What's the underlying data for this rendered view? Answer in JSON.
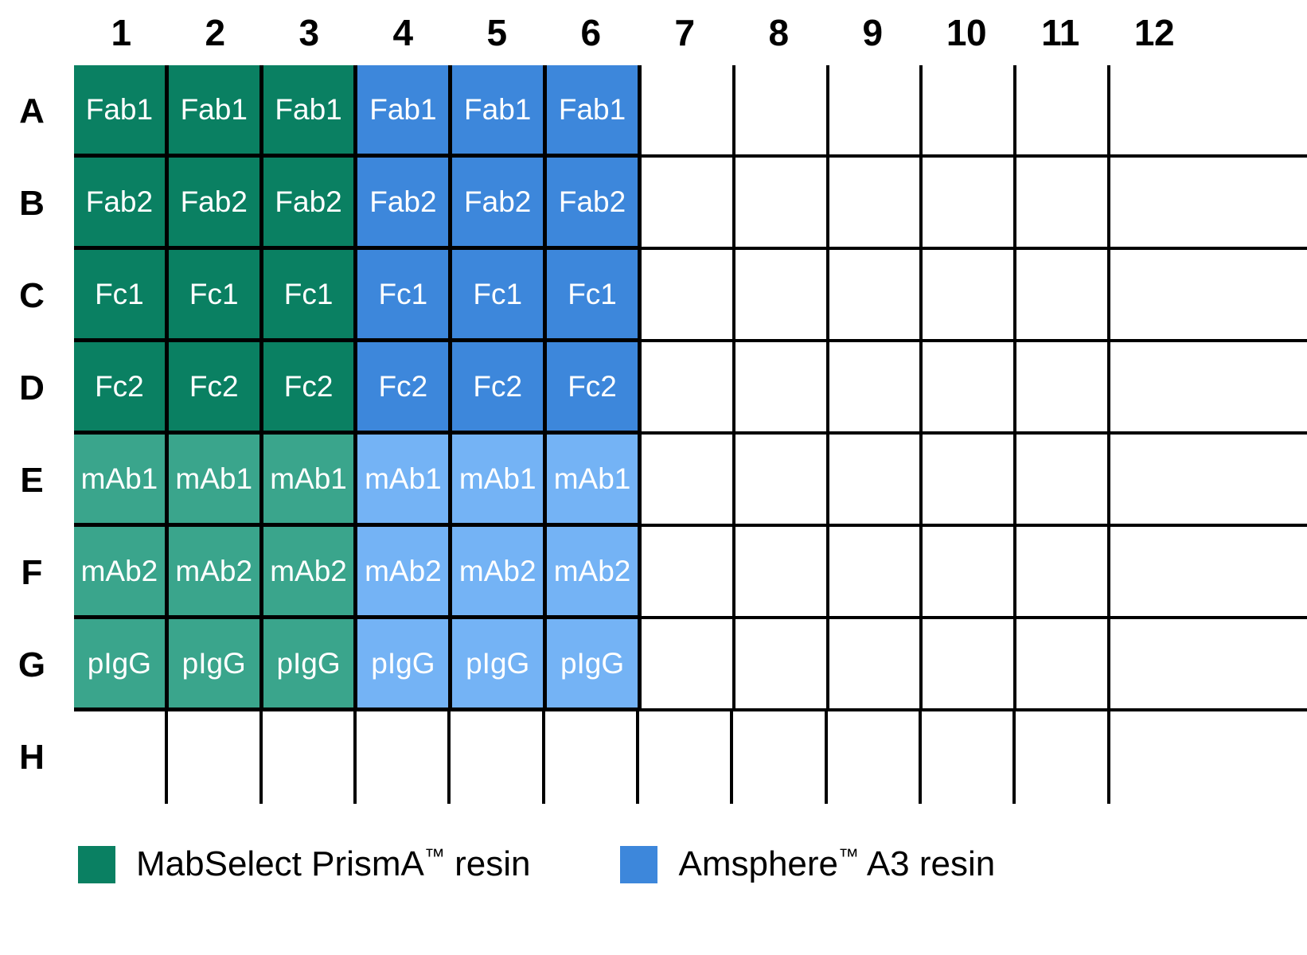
{
  "plate": {
    "column_headers": [
      "1",
      "2",
      "3",
      "4",
      "5",
      "6",
      "7",
      "8",
      "9",
      "10",
      "11",
      "12"
    ],
    "row_labels": [
      "A",
      "B",
      "C",
      "D",
      "E",
      "F",
      "G",
      "H"
    ],
    "colors": {
      "resin_a_dark": "#0a8062",
      "resin_a_light": "#3aa58c",
      "resin_b_dark": "#3d87db",
      "resin_b_light": "#74b3f5",
      "grid_line": "#000000",
      "empty_well": "#ffffff",
      "label_text": "#000000",
      "well_text": "#ffffff"
    },
    "rows": [
      {
        "label": "A",
        "wells": [
          {
            "text": "Fab1",
            "fill": "#0a8062"
          },
          {
            "text": "Fab1",
            "fill": "#0a8062"
          },
          {
            "text": "Fab1",
            "fill": "#0a8062"
          },
          {
            "text": "Fab1",
            "fill": "#3d87db"
          },
          {
            "text": "Fab1",
            "fill": "#3d87db"
          },
          {
            "text": "Fab1",
            "fill": "#3d87db"
          },
          {
            "text": "",
            "fill": ""
          },
          {
            "text": "",
            "fill": ""
          },
          {
            "text": "",
            "fill": ""
          },
          {
            "text": "",
            "fill": ""
          },
          {
            "text": "",
            "fill": ""
          },
          {
            "text": "",
            "fill": ""
          }
        ]
      },
      {
        "label": "B",
        "wells": [
          {
            "text": "Fab2",
            "fill": "#0a8062"
          },
          {
            "text": "Fab2",
            "fill": "#0a8062"
          },
          {
            "text": "Fab2",
            "fill": "#0a8062"
          },
          {
            "text": "Fab2",
            "fill": "#3d87db"
          },
          {
            "text": "Fab2",
            "fill": "#3d87db"
          },
          {
            "text": "Fab2",
            "fill": "#3d87db"
          },
          {
            "text": "",
            "fill": ""
          },
          {
            "text": "",
            "fill": ""
          },
          {
            "text": "",
            "fill": ""
          },
          {
            "text": "",
            "fill": ""
          },
          {
            "text": "",
            "fill": ""
          },
          {
            "text": "",
            "fill": ""
          }
        ]
      },
      {
        "label": "C",
        "wells": [
          {
            "text": "Fc1",
            "fill": "#0a8062"
          },
          {
            "text": "Fc1",
            "fill": "#0a8062"
          },
          {
            "text": "Fc1",
            "fill": "#0a8062"
          },
          {
            "text": "Fc1",
            "fill": "#3d87db"
          },
          {
            "text": "Fc1",
            "fill": "#3d87db"
          },
          {
            "text": "Fc1",
            "fill": "#3d87db"
          },
          {
            "text": "",
            "fill": ""
          },
          {
            "text": "",
            "fill": ""
          },
          {
            "text": "",
            "fill": ""
          },
          {
            "text": "",
            "fill": ""
          },
          {
            "text": "",
            "fill": ""
          },
          {
            "text": "",
            "fill": ""
          }
        ]
      },
      {
        "label": "D",
        "wells": [
          {
            "text": "Fc2",
            "fill": "#0a8062"
          },
          {
            "text": "Fc2",
            "fill": "#0a8062"
          },
          {
            "text": "Fc2",
            "fill": "#0a8062"
          },
          {
            "text": "Fc2",
            "fill": "#3d87db"
          },
          {
            "text": "Fc2",
            "fill": "#3d87db"
          },
          {
            "text": "Fc2",
            "fill": "#3d87db"
          },
          {
            "text": "",
            "fill": ""
          },
          {
            "text": "",
            "fill": ""
          },
          {
            "text": "",
            "fill": ""
          },
          {
            "text": "",
            "fill": ""
          },
          {
            "text": "",
            "fill": ""
          },
          {
            "text": "",
            "fill": ""
          }
        ]
      },
      {
        "label": "E",
        "wells": [
          {
            "text": "mAb1",
            "fill": "#3aa58c"
          },
          {
            "text": "mAb1",
            "fill": "#3aa58c"
          },
          {
            "text": "mAb1",
            "fill": "#3aa58c"
          },
          {
            "text": "mAb1",
            "fill": "#74b3f5"
          },
          {
            "text": "mAb1",
            "fill": "#74b3f5"
          },
          {
            "text": "mAb1",
            "fill": "#74b3f5"
          },
          {
            "text": "",
            "fill": ""
          },
          {
            "text": "",
            "fill": ""
          },
          {
            "text": "",
            "fill": ""
          },
          {
            "text": "",
            "fill": ""
          },
          {
            "text": "",
            "fill": ""
          },
          {
            "text": "",
            "fill": ""
          }
        ]
      },
      {
        "label": "F",
        "wells": [
          {
            "text": "mAb2",
            "fill": "#3aa58c"
          },
          {
            "text": "mAb2",
            "fill": "#3aa58c"
          },
          {
            "text": "mAb2",
            "fill": "#3aa58c"
          },
          {
            "text": "mAb2",
            "fill": "#74b3f5"
          },
          {
            "text": "mAb2",
            "fill": "#74b3f5"
          },
          {
            "text": "mAb2",
            "fill": "#74b3f5"
          },
          {
            "text": "",
            "fill": ""
          },
          {
            "text": "",
            "fill": ""
          },
          {
            "text": "",
            "fill": ""
          },
          {
            "text": "",
            "fill": ""
          },
          {
            "text": "",
            "fill": ""
          },
          {
            "text": "",
            "fill": ""
          }
        ]
      },
      {
        "label": "G",
        "wells": [
          {
            "text": "pIgG",
            "fill": "#3aa58c"
          },
          {
            "text": "pIgG",
            "fill": "#3aa58c"
          },
          {
            "text": "pIgG",
            "fill": "#3aa58c"
          },
          {
            "text": "pIgG",
            "fill": "#74b3f5"
          },
          {
            "text": "pIgG",
            "fill": "#74b3f5"
          },
          {
            "text": "pIgG",
            "fill": "#74b3f5"
          },
          {
            "text": "",
            "fill": ""
          },
          {
            "text": "",
            "fill": ""
          },
          {
            "text": "",
            "fill": ""
          },
          {
            "text": "",
            "fill": ""
          },
          {
            "text": "",
            "fill": ""
          },
          {
            "text": "",
            "fill": ""
          }
        ]
      },
      {
        "label": "H",
        "wells": [
          {
            "text": "",
            "fill": ""
          },
          {
            "text": "",
            "fill": ""
          },
          {
            "text": "",
            "fill": ""
          },
          {
            "text": "",
            "fill": ""
          },
          {
            "text": "",
            "fill": ""
          },
          {
            "text": "",
            "fill": ""
          },
          {
            "text": "",
            "fill": ""
          },
          {
            "text": "",
            "fill": ""
          },
          {
            "text": "",
            "fill": ""
          },
          {
            "text": "",
            "fill": ""
          },
          {
            "text": "",
            "fill": ""
          },
          {
            "text": "",
            "fill": ""
          }
        ]
      }
    ]
  },
  "legend": {
    "items": [
      {
        "swatch_color": "#0a8062",
        "label_main": "MabSelect PrismA",
        "label_tm": "™",
        "label_tail": " resin",
        "label_full": "MabSelect PrismA™ resin"
      },
      {
        "swatch_color": "#3d87db",
        "label_main": "Amsphere",
        "label_tm": "™",
        "label_tail": " A3 resin",
        "label_full": "Amsphere™ A3 resin"
      }
    ]
  }
}
